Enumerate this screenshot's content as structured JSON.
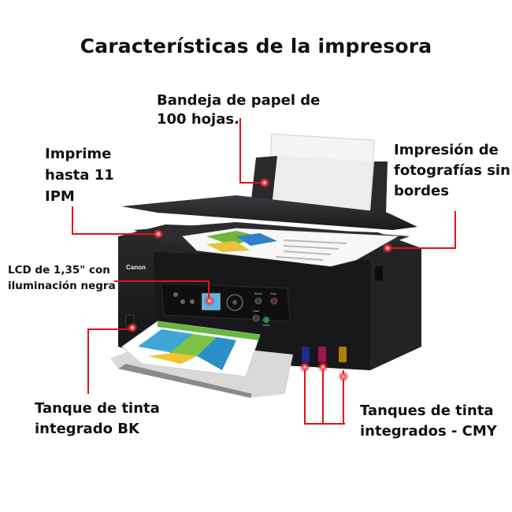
{
  "title": "Características de la impresora",
  "callouts": {
    "paper_tray": "Bandeja de papel de 100 hojas.",
    "print_speed": "Imprime hasta 11 IPM",
    "borderless_photo": "Impresión de fotografías sin bordes",
    "lcd": "LCD de 1,35\" con iluminación negra",
    "tank_bk": "Tanque de tinta integrado BK",
    "tanks_cmy": "Tanques de tinta integrados - CMY"
  },
  "printer": {
    "brand": "Canon",
    "button_labels": [
      "Black",
      "Stop",
      "Start",
      "Color"
    ]
  },
  "colors": {
    "accent": "#e0121b",
    "printer_body": "#1c1c1e"
  }
}
